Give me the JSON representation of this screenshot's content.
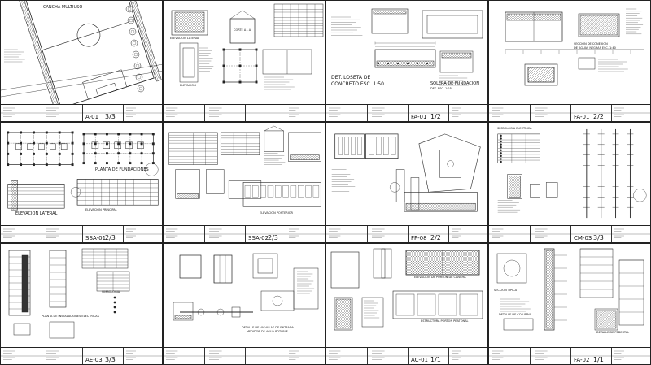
{
  "sheets": [
    {
      "id": "s1",
      "sheet_code": "A-01",
      "sheet_num": "3/3",
      "labels": [
        "CANCHA MULTIUSO"
      ]
    },
    {
      "id": "s2",
      "sheet_code": "",
      "sheet_num": "",
      "labels": [
        "ELEVACION LATERAL",
        "CORTE A - A",
        "ELEVACION"
      ]
    },
    {
      "id": "s3",
      "sheet_code": "FA-01",
      "sheet_num": "1/2",
      "labels": [
        "DET. LOSETA DE",
        "CONCRETO ESC. 1:50",
        "SOLERA DE FUNDACION",
        "DET. ESC. 1:25"
      ]
    },
    {
      "id": "s4",
      "sheet_code": "FA-01",
      "sheet_num": "2/2",
      "labels": [
        "SECCION DE CONEXION",
        "DE AGUAS NEGRAS ESC. 1:40"
      ]
    },
    {
      "id": "s5",
      "sheet_code": "SSA-01",
      "sheet_num": "2/3",
      "labels": [
        "PLANTA DE FUNDACIONES",
        "ELEVACION LATERAL",
        "ELEVACION PRINCIPAL"
      ]
    },
    {
      "id": "s6",
      "sheet_code": "SSA-02",
      "sheet_num": "2/3",
      "labels": [
        "ELEVACION POSTERIOR"
      ]
    },
    {
      "id": "s7",
      "sheet_code": "FP-08",
      "sheet_num": "2/2",
      "labels": []
    },
    {
      "id": "s8",
      "sheet_code": "CM-03",
      "sheet_num": "3/3",
      "labels": [
        "SIMBOLOGIA ELECTRICA"
      ]
    },
    {
      "id": "s9",
      "sheet_code": "AE-03",
      "sheet_num": "3/3",
      "labels": [
        "SIMBOLOGIA",
        "PLANTA DE INSTALACIONES ELECTRICAS"
      ]
    },
    {
      "id": "s10",
      "sheet_code": "",
      "sheet_num": "",
      "labels": [
        "DETALLE DE VALVULAS DE ENTRADA",
        "MEDIDOR DE AGUA POTABLE"
      ]
    },
    {
      "id": "s11",
      "sheet_code": "AC-01",
      "sheet_num": "1/1",
      "labels": [
        "ELEVACION DE PORTON DE CANCHA",
        "ESTRUCTURA PORTON PEATONAL"
      ]
    },
    {
      "id": "s12",
      "sheet_code": "FA-02",
      "sheet_num": "1/1",
      "labels": [
        "SECCION TIPICA",
        "DETALLE DE COLUMNA",
        "DETALLE DE PEDESTAL"
      ]
    }
  ]
}
